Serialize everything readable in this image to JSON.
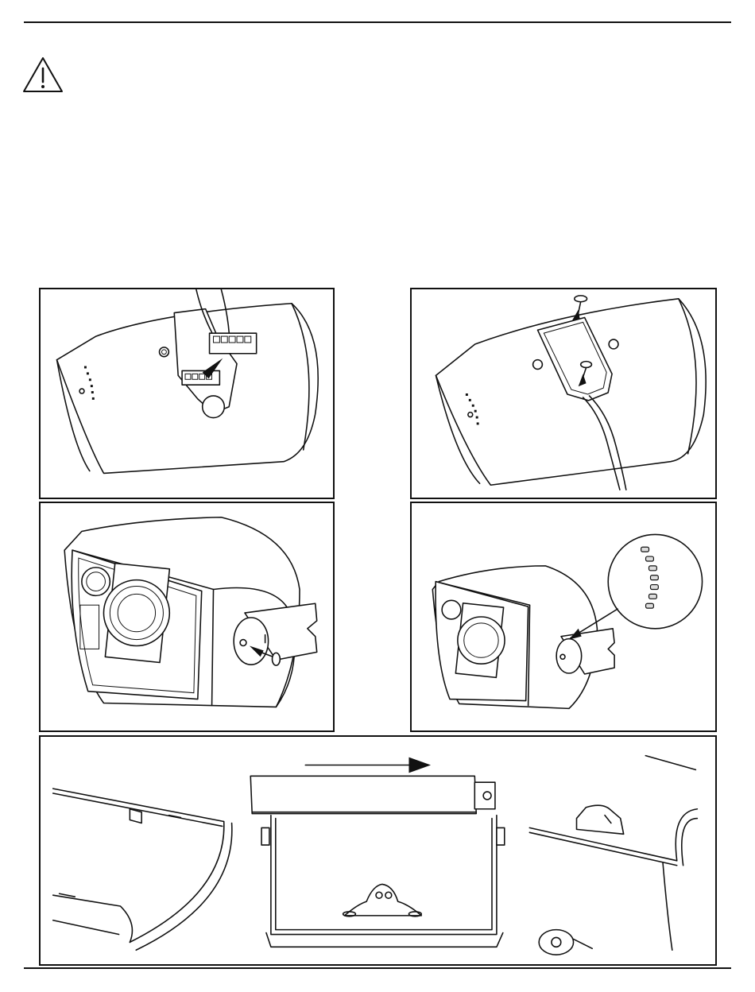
{
  "page": {
    "icons": [
      "warning-triangle-icon",
      "right-arrow-icon",
      "screw-icon",
      "terminal-connector-icon",
      "cable-icon"
    ],
    "figures": [
      {
        "id": "figure-connector-attach"
      },
      {
        "id": "figure-cover-screws"
      },
      {
        "id": "figure-bracket-screw"
      },
      {
        "id": "figure-bracket-detail"
      },
      {
        "id": "figure-grille-slide"
      }
    ]
  }
}
